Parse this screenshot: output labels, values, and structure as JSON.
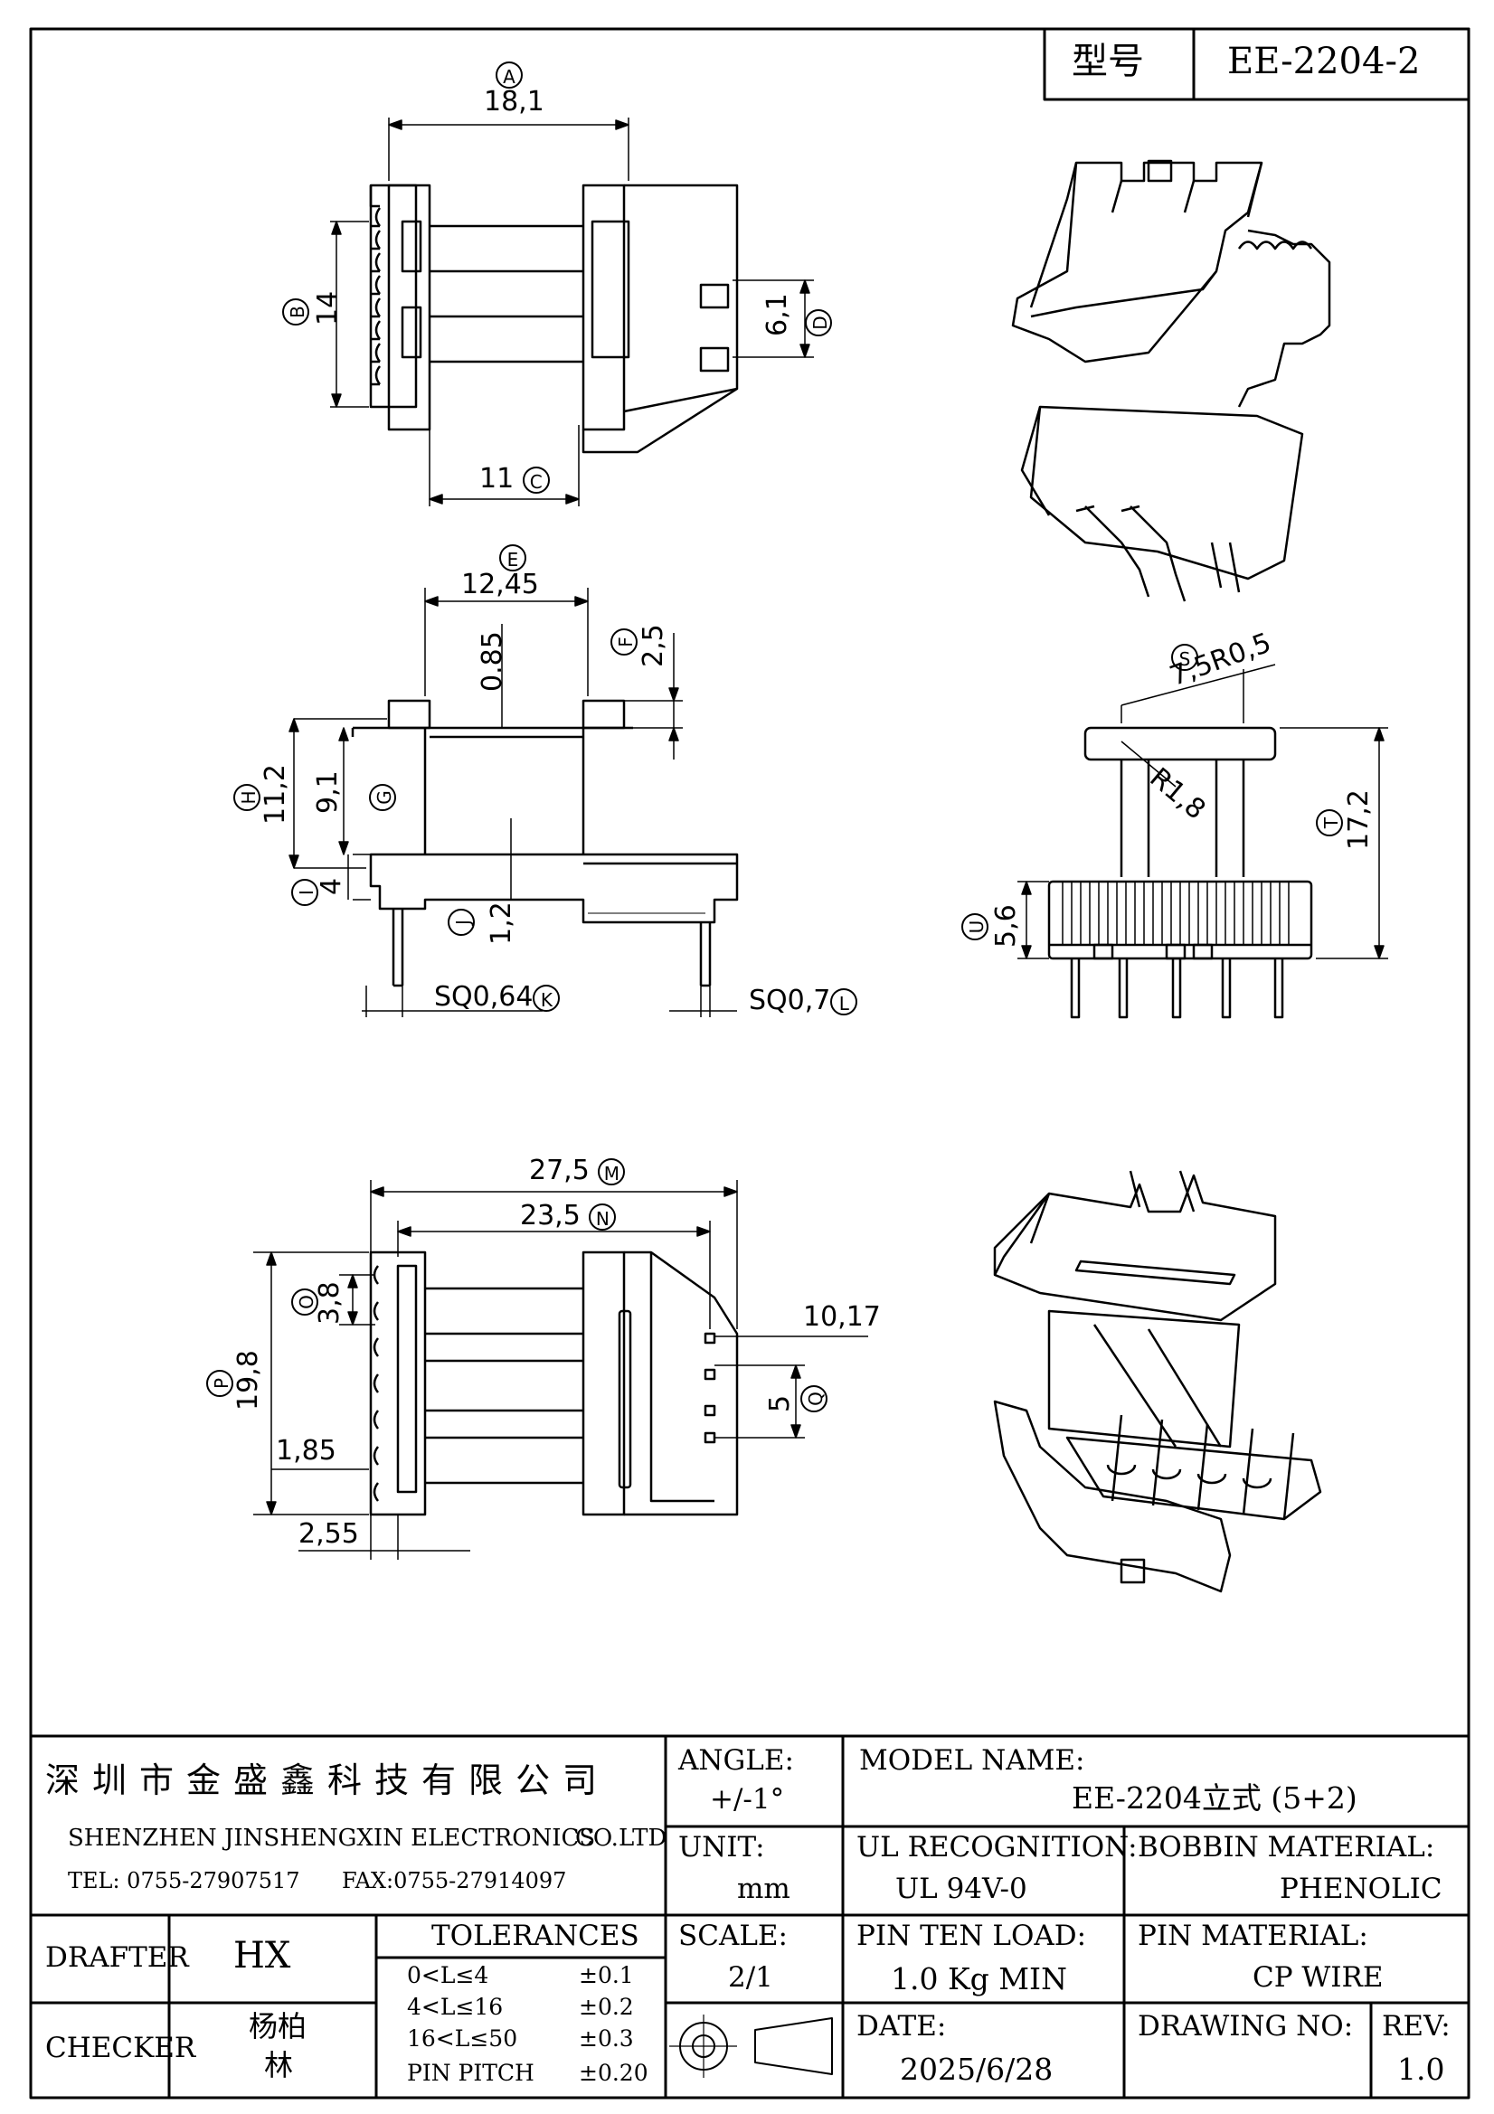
{
  "header": {
    "type_label": "型号",
    "model": "EE-2204-2"
  },
  "dimensions": {
    "top": {
      "a": "18,1",
      "a_tag": "A",
      "b": "14",
      "b_tag": "B",
      "c": "11",
      "c_tag": "C",
      "d": "6,1",
      "d_tag": "D"
    },
    "middle": {
      "e": "12,45",
      "e_tag": "E",
      "f": "2,5",
      "f_tag": "F",
      "f2": "0.85",
      "g": "9,1",
      "g_tag": "G",
      "h": "11,2",
      "h_tag": "H",
      "i": "4",
      "i_tag": "I",
      "j": "1,2",
      "j_tag": "J",
      "k": "SQ0,64",
      "k_tag": "K",
      "l": "SQ0,7",
      "l_tag": "L"
    },
    "side": {
      "s": "7,5R0,5",
      "s_tag": "S",
      "r": "R1,8",
      "t": "17,2",
      "t_tag": "T",
      "u": "5,6",
      "u_tag": "U"
    },
    "bottom": {
      "m": "27,5",
      "m_tag": "M",
      "n": "23,5",
      "n_tag": "N",
      "o": "3,8",
      "o_tag": "O",
      "p": "19,8",
      "p_tag": "P",
      "q": "5",
      "q_tag": "Q",
      "r1": "10,17",
      "r2": "1,85",
      "r3": "2,55"
    }
  },
  "title_block": {
    "company_cn": "深圳市金盛鑫科技有限公司",
    "company_en_1": "SHENZHEN JINSHENGXIN ELECTRONICS",
    "company_en_2": "CO.LTD",
    "tel": "TEL: 0755-27907517",
    "fax": "FAX:0755-27914097",
    "angle_label": "ANGLE:",
    "angle_value": "+/-1°",
    "model_name_label": "MODEL NAME:",
    "model_name_value": "EE-2204立式 (5+2)",
    "unit_label": "UNIT:",
    "unit_value": "mm",
    "ul_label": "UL RECOGNITION:",
    "ul_value": "UL 94V-0",
    "bobbin_label": "BOBBIN MATERIAL:",
    "bobbin_value": "PHENOLIC",
    "drafter_label": "DRAFTER",
    "drafter_value": "HX",
    "checker_label": "CHECKER",
    "checker_value_1": "杨柏",
    "checker_value_2": "林",
    "tolerances_label": "TOLERANCES",
    "tolerances": [
      {
        "range": "0<L≤4",
        "value": "±0.1"
      },
      {
        "range": "4<L≤16",
        "value": "±0.2"
      },
      {
        "range": "16<L≤50",
        "value": "±0.3"
      },
      {
        "range": "PIN PITCH",
        "value": "±0.20"
      }
    ],
    "scale_label": "SCALE:",
    "scale_value": "2/1",
    "pin_ten_label": "PIN TEN LOAD:",
    "pin_ten_value": "1.0 Kg MIN",
    "pin_material_label": "PIN MATERIAL:",
    "pin_material_value": "CP WIRE",
    "date_label": "DATE:",
    "date_value": "2025/6/28",
    "drawing_no_label": "DRAWING NO:",
    "rev_label": "REV:",
    "rev_value": "1.0"
  }
}
